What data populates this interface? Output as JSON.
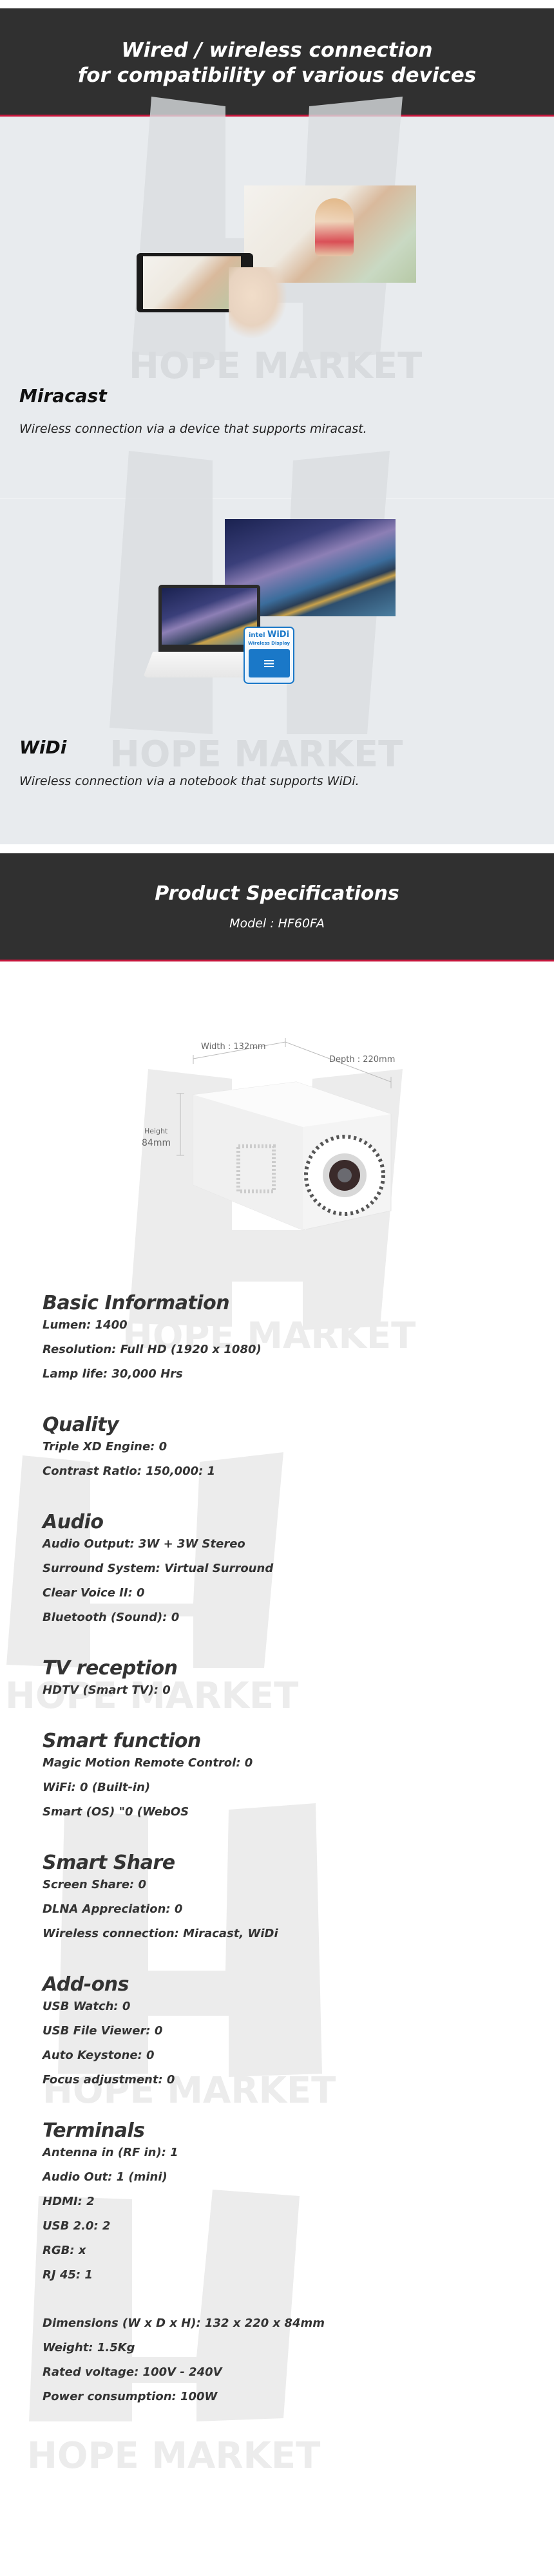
{
  "watermark_text": "HOPE MARKET",
  "colors": {
    "header_bg": "#303030",
    "accent_line": "#c8163c",
    "section_bg": "#e8ebee",
    "text": "#333333"
  },
  "connection_header": {
    "line1": "Wired / wireless connection",
    "line2": "for compatibility of various devices"
  },
  "miracast": {
    "title": "Miracast",
    "description": "Wireless connection via a device that supports miracast."
  },
  "widi": {
    "title": "WiDi",
    "description": "Wireless connection via a notebook that supports WiDi.",
    "badge_brand": "intel",
    "badge_name": "WiDi",
    "badge_sub": "Wireless Display"
  },
  "specs_header": {
    "title": "Product Specifications",
    "model": "Model : HF60FA"
  },
  "dimensions_figure": {
    "width_label": "Width : 132mm",
    "depth_label": "Depth : 220mm",
    "height_label": "Height",
    "height_value": "84mm"
  },
  "spec_sections": [
    {
      "title": "Basic Information",
      "items": [
        "Lumen: 1400",
        "Resolution: Full HD (1920 x 1080)",
        "Lamp life: 30,000 Hrs"
      ]
    },
    {
      "title": "Quality",
      "items": [
        "Triple XD Engine: 0",
        "Contrast Ratio: 150,000: 1"
      ]
    },
    {
      "title": "Audio",
      "items": [
        "Audio Output: 3W + 3W Stereo",
        "Surround System: Virtual Surround",
        "Clear Voice II: 0",
        "Bluetooth (Sound): 0"
      ]
    },
    {
      "title": "TV reception",
      "items": [
        "HDTV (Smart TV): 0"
      ]
    },
    {
      "title": "Smart function",
      "items": [
        "Magic Motion Remote Control: 0",
        "WiFi: 0 (Built-in)",
        "Smart (OS) \"0 (WebOS"
      ]
    },
    {
      "title": "Smart Share",
      "items": [
        "Screen Share: 0",
        "DLNA Appreciation: 0",
        "Wireless connection: Miracast, WiDi"
      ]
    },
    {
      "title": "Add-ons",
      "items": [
        "USB Watch: 0",
        "USB File Viewer: 0",
        "Auto Keystone: 0",
        "Focus adjustment: 0"
      ]
    },
    {
      "title": "Terminals",
      "items": [
        "Antenna in (RF in): 1",
        "Audio Out: 1 (mini)",
        "HDMI: 2",
        "USB 2.0: 2",
        "RGB: x",
        "RJ 45: 1"
      ]
    }
  ],
  "general_specs": [
    "Dimensions (W x D x H): 132 x 220 x 84mm",
    "Weight: 1.5Kg",
    "Rated voltage: 100V - 240V",
    "Power consumption: 100W"
  ]
}
